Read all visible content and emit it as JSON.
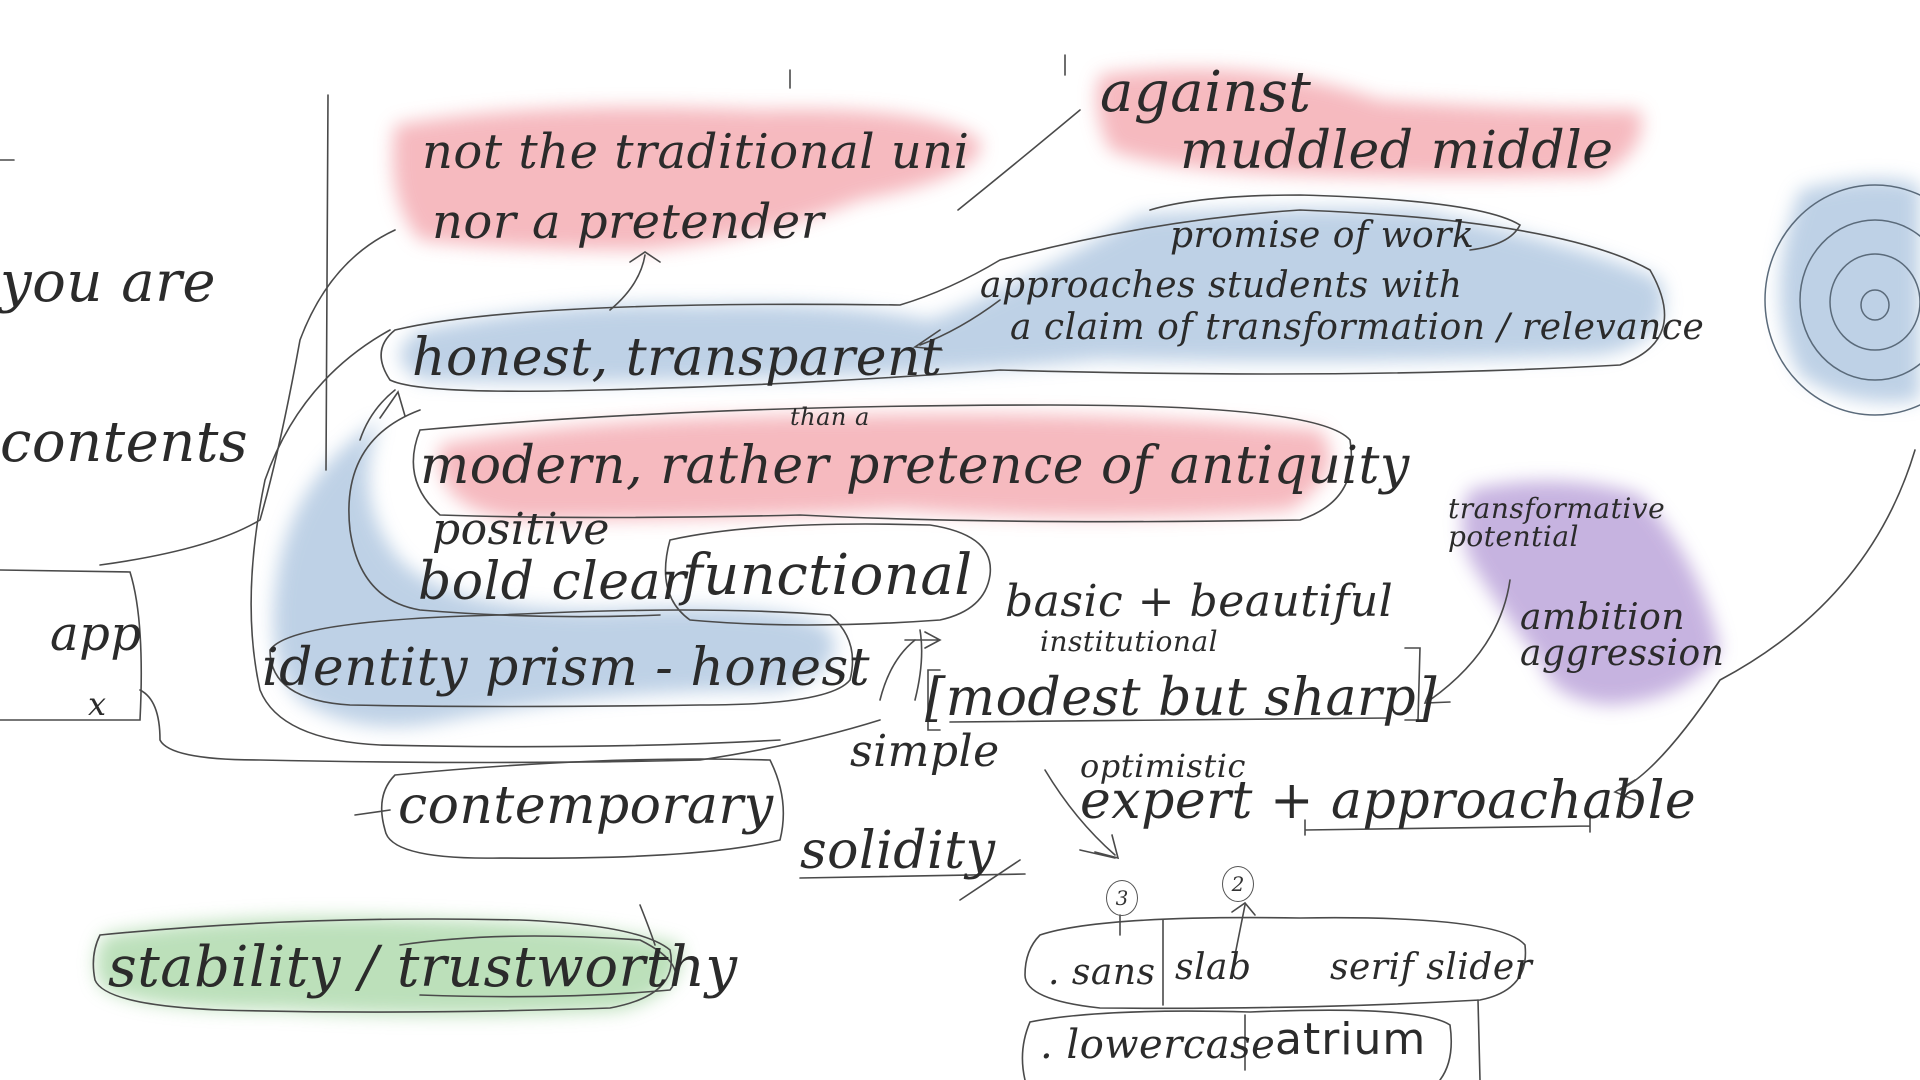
{
  "sketch": {
    "you_are": "you are",
    "contents": "contents",
    "app": "app",
    "app_mark": "x",
    "not_traditional": "not the traditional uni",
    "nor_pretender": "nor a pretender",
    "against": "against",
    "muddled_middle": "muddled middle",
    "promise_of_work": "promise of work",
    "approaches_students": "approaches students with",
    "claim_of_transformation": "a claim of transformation / relevance",
    "honest_transparent": "honest, transparent",
    "than_a": "than a",
    "modern_rather": "modern, rather pretence of antiquity",
    "positive": "positive",
    "bold_clear": "bold clear",
    "functional": "functional",
    "identity_prism": "identity prism - honest",
    "basic_beautiful": "basic + beautiful",
    "institutional": "institutional",
    "modest_but_sharp": "[modest but sharp]",
    "transformative_potential": "transformative potential",
    "ambition_aggression": "ambition aggression",
    "simple": "simple",
    "optimistic": "optimistic",
    "expert_approachable": "expert + approachable",
    "contemporary": "contemporary",
    "solidity": "solidity",
    "num_3": "3",
    "num_2": "2",
    "sans": ". sans",
    "slab": "slab",
    "serif_slider": "serif slider",
    "lowercase": ". lowercase",
    "atrium": "atrium",
    "stability_trustworthy": "stability / trustworthy"
  },
  "colors": {
    "red_wash": "#f3a3aa",
    "blue_wash": "#a9c2de",
    "purple_wash": "#b49ad6",
    "green_wash": "#a6d6a4",
    "ink": "#2b2b2b",
    "paper": "#ffffff"
  }
}
